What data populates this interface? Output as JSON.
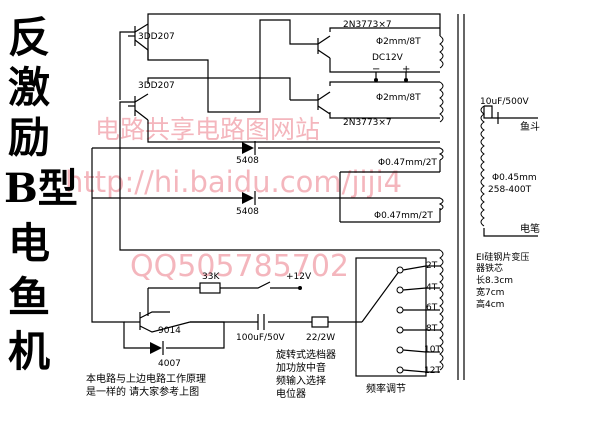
{
  "title": {
    "l1": "反",
    "l2": "激",
    "l3": "励",
    "l4": "B型",
    "l5": "电",
    "l6": "鱼",
    "l7": "机"
  },
  "transistors": {
    "q_top_left": "3DD207",
    "q_mid_left": "3DD207",
    "q_top_right": "2N3773×7",
    "q_bot_right": "2N3773×7",
    "q_small": "9014"
  },
  "windings": {
    "w1": "Φ2mm/8T",
    "w2": "Φ2mm/8T",
    "w3": "Φ0.47mm/2T",
    "w4": "Φ0.47mm/2T"
  },
  "power": {
    "dc": "DC12V",
    "minus": "−",
    "plus": "+",
    "v12": "+12V"
  },
  "diodes": {
    "d1": "5408",
    "d2": "5408",
    "d3": "4007"
  },
  "components": {
    "r1": "33K",
    "cap": "100uF/50V",
    "r2": "22/2W",
    "out_cap": "10uF/500V"
  },
  "output": {
    "fish_pole": "鱼斗",
    "wire": "Φ0.45mm",
    "turns": "258-400T",
    "pen": "电笔"
  },
  "core": {
    "l1": "EI硅钢片变压",
    "l2": "器铁芯",
    "l3": "长8.3cm",
    "l4": "宽7cm",
    "l5": "高4cm"
  },
  "taps": [
    "2T",
    "4T",
    "6T",
    "8T",
    "10T",
    "12T"
  ],
  "selector": {
    "l1": "旋转式选档器",
    "l2": "加功放中音",
    "l3": "频输入选择",
    "l4": "电位器",
    "freq": "频率调节"
  },
  "note": {
    "l1": "本电路与上边电路工作原理",
    "l2": "是一样的 请大家参考上图"
  },
  "watermark": {
    "w1": "电路共享电路图网站",
    "w2": "http://hi.baidu.com/jiji4",
    "w3": "QQ505785702"
  }
}
